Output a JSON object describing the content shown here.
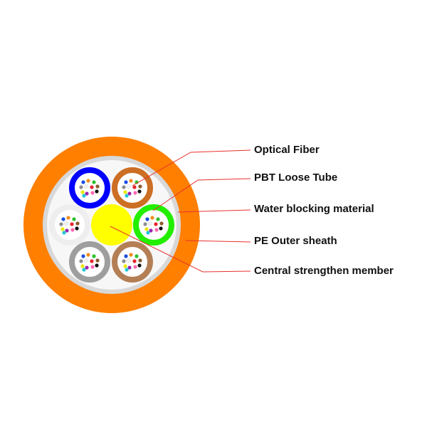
{
  "colors": {
    "outer_sheath": "#ff7f00",
    "inner_layer": "#d8d8d8",
    "water_blocking_fill": "#f7f7f7",
    "central_member": "#ffff00",
    "leader_line": "#e8322d",
    "fiber_white": "#ffffff"
  },
  "loose_tubes": [
    {
      "name": "blue",
      "color": "#0000ff"
    },
    {
      "name": "brown",
      "color": "#cc6e24"
    },
    {
      "name": "white",
      "color": "#eeeeee"
    },
    {
      "name": "green",
      "color": "#22ee00"
    },
    {
      "name": "grey",
      "color": "#9e9e9e"
    },
    {
      "name": "tan",
      "color": "#b47f55"
    }
  ],
  "fiber_colors": [
    "#1a4fe0",
    "#f08c1e",
    "#2cc02c",
    "#8b5a2b",
    "#8c8c8c",
    "#f2f2f2",
    "#e8242a",
    "#111111",
    "#e8e800",
    "#9c27b0",
    "#ff69b4",
    "#20c9d6"
  ],
  "callouts": [
    {
      "label": "Optical Fiber"
    },
    {
      "label": "PBT Loose  Tube"
    },
    {
      "label": "Water blocking material"
    },
    {
      "label": "PE Outer sheath"
    },
    {
      "label": "Central strengthen member"
    }
  ]
}
